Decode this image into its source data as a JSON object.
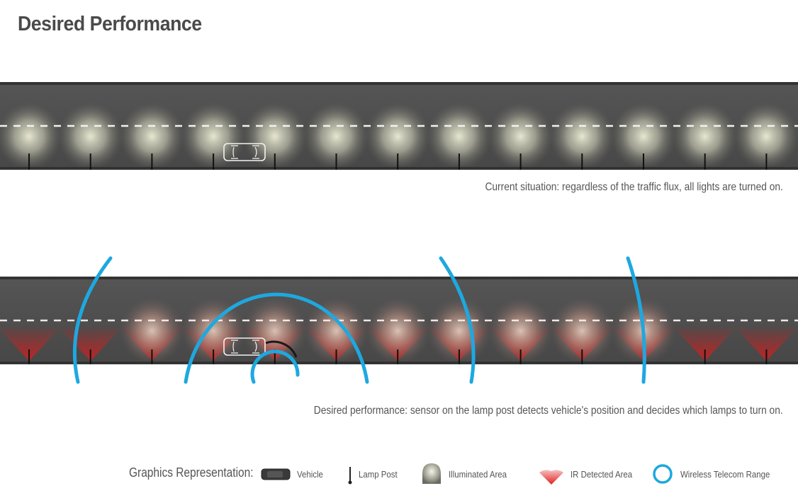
{
  "title": "Desired Performance",
  "captions": {
    "current": "Current situation: regardless of the traffic flux, all lights are turned on.",
    "desired": "Desired performance: sensor on the lamp post detects vehicle's position and decides which lamps to turn on."
  },
  "legend": {
    "title": "Graphics Representation:",
    "items": [
      {
        "label": "Vehicle",
        "icon": "vehicle-icon"
      },
      {
        "label": "Lamp Post",
        "icon": "lamp-post-icon"
      },
      {
        "label": "Illuminated Area",
        "icon": "illuminated-area-icon"
      },
      {
        "label": "IR Detected Area",
        "icon": "ir-detected-area-icon"
      },
      {
        "label": "Wireless Telecom Range",
        "icon": "wireless-range-icon"
      }
    ]
  },
  "colors": {
    "road": "#4d4d4d",
    "road_edge": "#3a3a3a",
    "light_glow": "#eeeed6",
    "ir_red": "#d42a2a",
    "wireless_blue": "#1ea8e0",
    "text": "#555555"
  }
}
